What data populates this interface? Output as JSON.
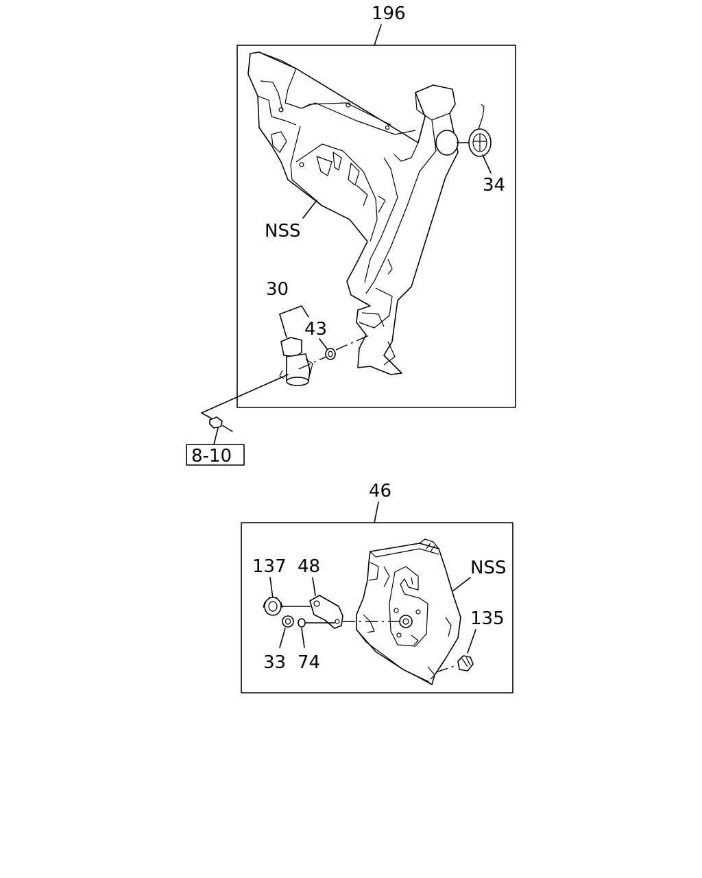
{
  "upper_assembly": {
    "ref": "196",
    "labels": {
      "nss": "NSS",
      "p30": "30",
      "p43": "43",
      "p34": "34"
    },
    "reference_box": "8-10"
  },
  "lower_assembly": {
    "ref": "46",
    "labels": {
      "p137": "137",
      "p48": "48",
      "nss": "NSS",
      "p135": "135",
      "p33": "33",
      "p74": "74"
    }
  },
  "icons": [
    "bracket-icon",
    "pump-motor-icon",
    "washer-icon",
    "grommet-icon",
    "connector-icon",
    "plate-icon",
    "nut-icon",
    "lever-icon",
    "clip-icon"
  ]
}
